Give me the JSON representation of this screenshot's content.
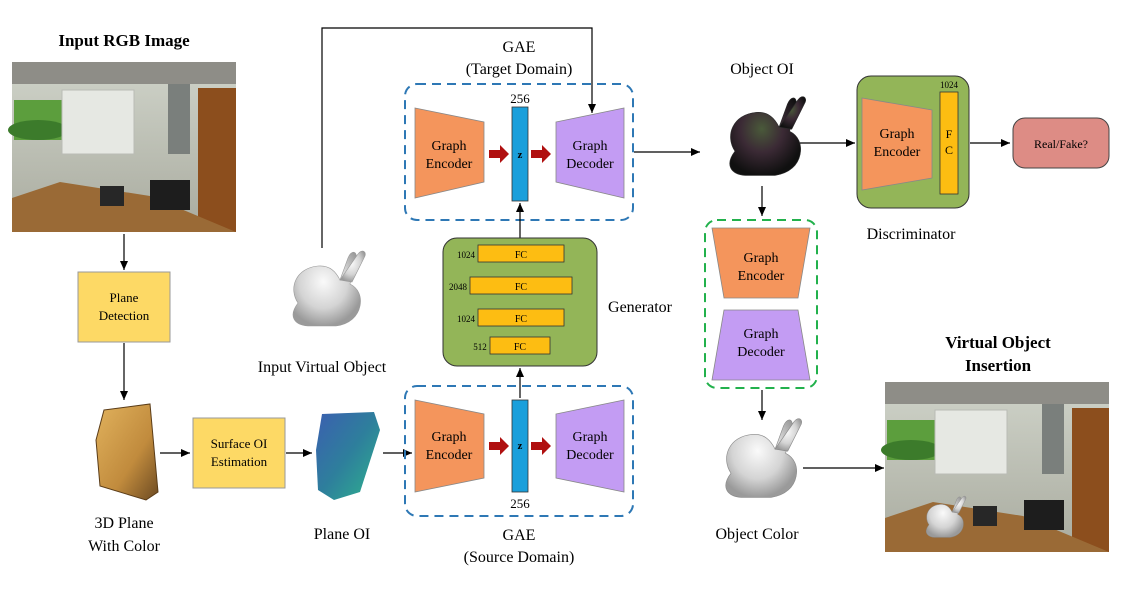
{
  "labels": {
    "input_rgb_image": "Input RGB Image",
    "plane_detection_line1": "Plane",
    "plane_detection_line2": "Detection",
    "plane_3d_line1": "3D Plane",
    "plane_3d_line2": "With Color",
    "surface_oi_line1": "Surface OI",
    "surface_oi_line2": "Estimation",
    "plane_oi": "Plane OI",
    "input_virtual_object": "Input Virtual Object",
    "gae_target_line1": "GAE",
    "gae_target_line2": "(Target Domain)",
    "gae_source_line1": "GAE",
    "gae_source_line2": "(Source Domain)",
    "graph": "Graph",
    "encoder": "Encoder",
    "decoder": "Decoder",
    "z": "z",
    "dim_256": "256",
    "generator": "Generator",
    "fc": "FC",
    "fc_dims": [
      "1024",
      "2048",
      "1024",
      "512"
    ],
    "object_oi": "Object OI",
    "discriminator": "Discriminator",
    "disc_dim": "1024",
    "fc_f": "F",
    "fc_c": "C",
    "real_fake": "Real/Fake?",
    "object_color": "Object Color",
    "virtual_insertion_line1": "Virtual Object",
    "virtual_insertion_line2": "Insertion"
  },
  "colors": {
    "encoder": "#f4955c",
    "decoder": "#c39cf3",
    "latent": "#1a9fdb",
    "generator_bg": "#93b558",
    "fc_bar": "#fdbd12",
    "yellow_box": "#fdd965",
    "real_fake": "#dd8c85",
    "gae_dash": "#2e78b5",
    "color_dash": "#22b14c",
    "red_arrow": "#b01010"
  },
  "icons": [
    "bunny-icon",
    "room-photo-icon",
    "plane-patch-icon"
  ]
}
